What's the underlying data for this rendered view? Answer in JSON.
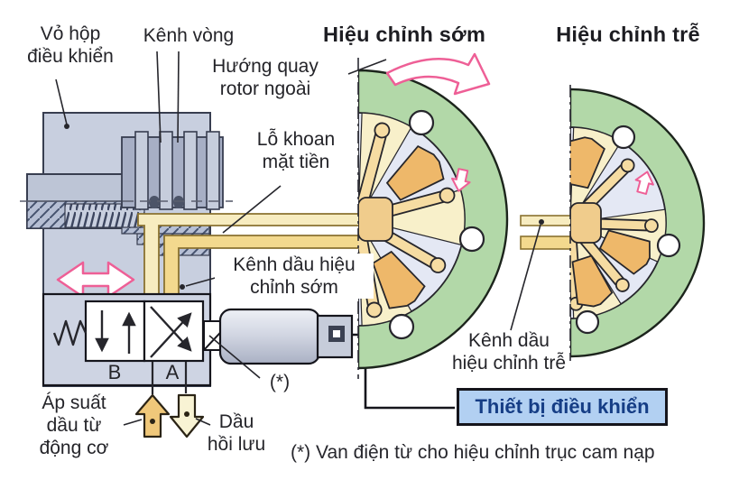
{
  "diagram": {
    "titles": {
      "advance": "Hiệu chỉnh sớm",
      "retard": "Hiệu chỉnh trễ"
    },
    "labels": {
      "housing": "Vỏ hộp\nđiều khiển",
      "ring_channel": "Kênh vòng",
      "rotation": "Hướng quay\nrotor ngoài",
      "front_hole": "Lỗ khoan\nmặt tiền",
      "advance_oil_channel": "Kênh dầu hiệu\nchỉnh sớm",
      "retard_oil_channel": "Kênh dầu\nhiệu chỉnh trễ",
      "oil_pressure": "Áp suất\ndầu từ\nđộng cơ",
      "return_oil": "Dầu\nhồi lưu",
      "port_b": "B",
      "port_a": "A",
      "star": "(*)"
    },
    "control_box": "Thiết bị điều khiển",
    "footnote": "(*) Van điện từ cho hiệu chỉnh trục cam nạp",
    "colors": {
      "pink": "#ee5f96",
      "green": "#b2d8a8",
      "oil": "#f3d98e",
      "oil_light": "#f7ecc0",
      "oil_strong": "#f0c87a",
      "tan": "#eeb86a",
      "cream": "#f8f0ca",
      "cream2": "#f6dca2",
      "lavender": "#e4e8f4",
      "housing": "#c8cfdf",
      "control_box_bg": "#b2d0f2",
      "control_box_text": "#153d85",
      "text": "#242429"
    }
  }
}
